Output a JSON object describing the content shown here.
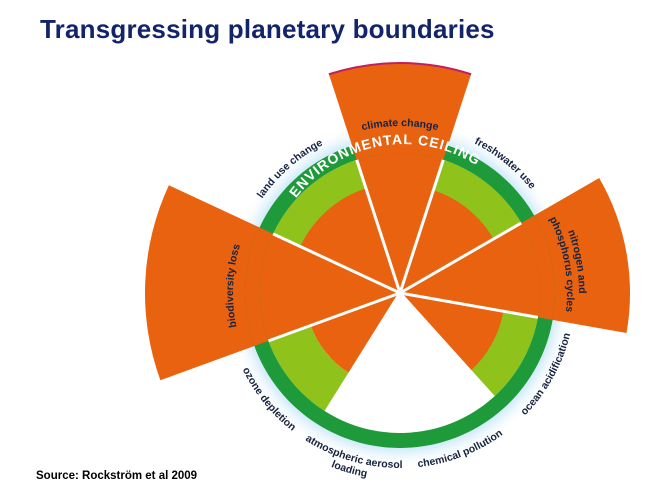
{
  "title": "Transgressing planetary boundaries",
  "source": "Source: Rockström et al 2009",
  "ceiling_label": "ENVIRONMENTAL CEILING",
  "boundaries": [
    {
      "id": "climate",
      "label": "climate change",
      "label_lines": [
        "climate change"
      ],
      "status": "exceeded"
    },
    {
      "id": "freshwater",
      "label": "freshwater use",
      "label_lines": [
        "freshwater use"
      ],
      "status": "safe"
    },
    {
      "id": "nitrogen",
      "label": "nitrogen and phosphorus cycles",
      "label_lines": [
        "nitrogen and",
        "phosphorus cycles"
      ],
      "status": "exceeded"
    },
    {
      "id": "ocean",
      "label": "ocean acidification",
      "label_lines": [
        "ocean acidification"
      ],
      "status": "safe"
    },
    {
      "id": "chemical",
      "label": "chemical pollution",
      "label_lines": [
        "chemical pollution"
      ],
      "status": "unknown"
    },
    {
      "id": "aerosol",
      "label": "atmospheric aerosol loading",
      "label_lines": [
        "atmospheric aerosol",
        "loading"
      ],
      "status": "unknown"
    },
    {
      "id": "ozone",
      "label": "ozone depletion",
      "label_lines": [
        "ozone depletion"
      ],
      "status": "safe"
    },
    {
      "id": "biodiversity",
      "label": "biodiversity loss",
      "label_lines": [
        "biodiversity loss"
      ],
      "status": "exceeded"
    },
    {
      "id": "landuse",
      "label": "land use change",
      "label_lines": [
        "land use change"
      ],
      "status": "safe"
    }
  ],
  "colors": {
    "title": "#14246b",
    "exceeded": "#e8620f",
    "safe_zone": "#8fc21a",
    "ceiling_ring": "#1e9a3a",
    "glow": "#8ecff2",
    "exceed_edge": "#c21f5f"
  }
}
